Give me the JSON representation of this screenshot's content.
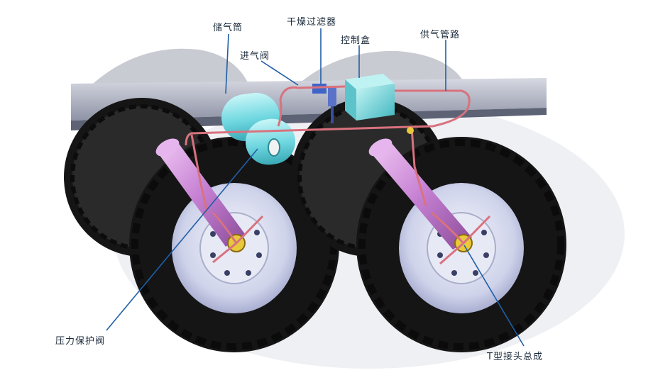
{
  "labels": {
    "storage_tank": "储气筒",
    "intake_valve": "进气阀",
    "dryer_filter": "干燥过滤器",
    "control_box": "控制盒",
    "supply_pipe": "供气管路",
    "pressure_protection_valve": "压力保护阀",
    "t_joint_assembly": "T型接头总成"
  },
  "colors": {
    "tire": "#1c1c1c",
    "rim": "#d9dcef",
    "air_pipe": "#d8727e",
    "tank": "#7fe0e6",
    "axle_tube": "#c97fd4",
    "leader_line": "#1f5ea8",
    "hub": "#e8c93a"
  }
}
